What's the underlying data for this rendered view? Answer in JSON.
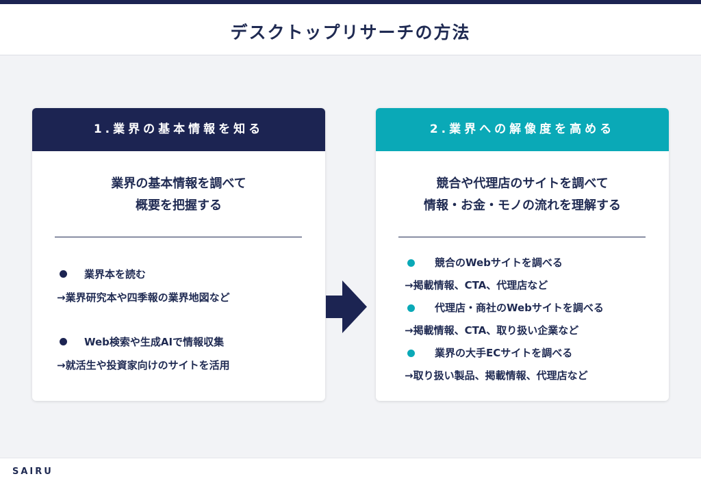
{
  "page": {
    "title": "デスクトップリサーチの方法",
    "logo": "SAIRU"
  },
  "colors": {
    "navy": "#1c2452",
    "teal": "#0aa9b7",
    "background": "#f2f3f6"
  },
  "left_card": {
    "header": "1.業界の基本情報を知る",
    "summary_line1": "業界の基本情報を調べて",
    "summary_line2": "概要を把握する",
    "items": [
      {
        "bullet": "業界本を読む",
        "sub": "→業界研究本や四季報の業界地図など"
      },
      {
        "bullet": "Web検索や生成AIで情報収集",
        "sub": "→就活生や投資家向けのサイトを活用"
      }
    ]
  },
  "right_card": {
    "header": "2.業界への解像度を高める",
    "summary_line1": "競合や代理店のサイトを調べて",
    "summary_line2": "情報・お金・モノの流れを理解する",
    "items": [
      {
        "bullet": "競合のWebサイトを調べる",
        "sub": "→掲載情報、CTA、代理店など"
      },
      {
        "bullet": "代理店・商社のWebサイトを調べる",
        "sub": "→掲載情報、CTA、取り扱い企業など"
      },
      {
        "bullet": "業界の大手ECサイトを調べる",
        "sub": "→取り扱い製品、掲載情報、代理店など"
      }
    ]
  },
  "icons": {
    "arrow": "arrow-right-icon"
  }
}
